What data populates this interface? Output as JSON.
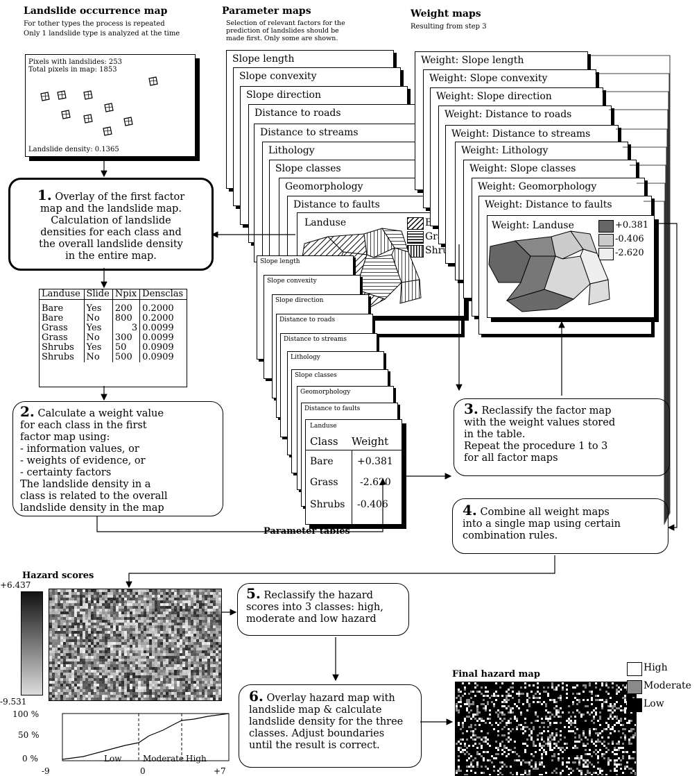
{
  "occurrence": {
    "title": "Landslide occurrence map",
    "note1": "For tother types the process is repeated",
    "note2": "Only 1 landslide type is analyzed at the time",
    "pixels_landslides": "Pixels with landslides: 253",
    "total_pixels": "Total pixels in map: 1853",
    "density": "Landslide density: 0.1365"
  },
  "parameter_maps": {
    "title": "Parameter maps",
    "note": [
      "Selection of relevant factors for the",
      "prediction of landslides should be",
      "made first.  Only some are shown."
    ],
    "layers": [
      "Slope length",
      "Slope convexity",
      "Slope direction",
      "Distance to roads",
      "Distance to streams",
      "Lithology",
      "Slope classes",
      "Geomorphology",
      "Distance to faults",
      "Landuse"
    ],
    "legend": [
      "Bare",
      "Grass",
      "Shrubs"
    ]
  },
  "weight_maps": {
    "title": "Weight maps",
    "note": "Resulting from step 3",
    "layers": [
      "Weight: Slope length",
      "Weight: Slope convexity",
      "Weight: Slope direction",
      "Weight: Distance to roads",
      "Weight: Distance to streams",
      "Weight: Lithology",
      "Weight: Slope classes",
      "Weight: Geomorphology",
      "Weight: Distance to faults",
      "Weight: Landuse"
    ],
    "legend": [
      "+0.381",
      "-0.406",
      "-2.620"
    ]
  },
  "step1": {
    "num": "1.",
    "text": [
      "Overlay of the first factor",
      "map and the landslide map.",
      "Calculation of landslide",
      "densities for each class and",
      "the overall landslide density",
      "in the entire map."
    ]
  },
  "density_table": {
    "headers": [
      "Landuse",
      "Slide",
      "Npix",
      "Densclas"
    ],
    "rows": [
      [
        "Bare",
        "Yes",
        "200",
        "0.2000"
      ],
      [
        "Bare",
        "No",
        "800",
        "0.2000"
      ],
      [
        "Grass",
        "Yes",
        "3",
        "0.0099"
      ],
      [
        "Grass",
        "No",
        "300",
        "0.0099"
      ],
      [
        "Shrubs",
        "Yes",
        "50",
        "0.0909"
      ],
      [
        "Shrubs",
        "No",
        "500",
        "0.0909"
      ]
    ]
  },
  "step2": {
    "num": "2.",
    "text": [
      "Calculate a weight value",
      "for each class in the first",
      "factor map using:",
      "- information values, or",
      "- weights of evidence, or",
      "- certainty factors",
      "The landslide density in a",
      "class is related to the overall",
      "landslide density in the map"
    ]
  },
  "parameter_tables": {
    "title": "Parameter tables",
    "layers": [
      "Slope length",
      "Slope convexity",
      "Slope direction",
      "Distance to roads",
      "Distance to streams",
      "Lithology",
      "Slope classes",
      "Geomorphology",
      "Distance to faults",
      "Landuse"
    ],
    "headers": [
      "Class",
      "Weight"
    ],
    "rows": [
      [
        "Bare",
        "+0.381"
      ],
      [
        "Grass",
        "-2.620"
      ],
      [
        "Shrubs",
        "-0.406"
      ]
    ]
  },
  "step3": {
    "num": "3.",
    "text": [
      "Reclassify the factor map",
      "with the weight values stored",
      "in the table.",
      "Repeat the procedure 1 to 3",
      "for all factor maps"
    ]
  },
  "step4": {
    "num": "4.",
    "text": [
      "Combine all weight maps",
      "into a single map using certain",
      "combination rules."
    ]
  },
  "hazard_scores": {
    "title": "Hazard scores",
    "max": "+6.437",
    "min": "-9.531"
  },
  "cumulative": {
    "y_ticks": [
      "100 %",
      "50 %",
      "0 %"
    ],
    "x_ticks": [
      "-9",
      "0",
      "+7"
    ],
    "zones": [
      "Low",
      "Moderate",
      "High"
    ]
  },
  "step5": {
    "num": "5.",
    "text": [
      "Reclassify the hazard",
      "scores into 3 classes: high,",
      "moderate and low hazard"
    ]
  },
  "step6": {
    "num": "6.",
    "text": [
      "Overlay hazard map with",
      "landslide map & calculate",
      "landslide density for the three",
      "classes.  Adjust boundaries",
      "until the result is correct."
    ]
  },
  "final_map": {
    "title": "Final hazard map",
    "legend": [
      "High",
      "Moderate",
      "Low"
    ],
    "legend_colors": [
      "#ffffff",
      "#8a8a8a",
      "#000000"
    ]
  }
}
